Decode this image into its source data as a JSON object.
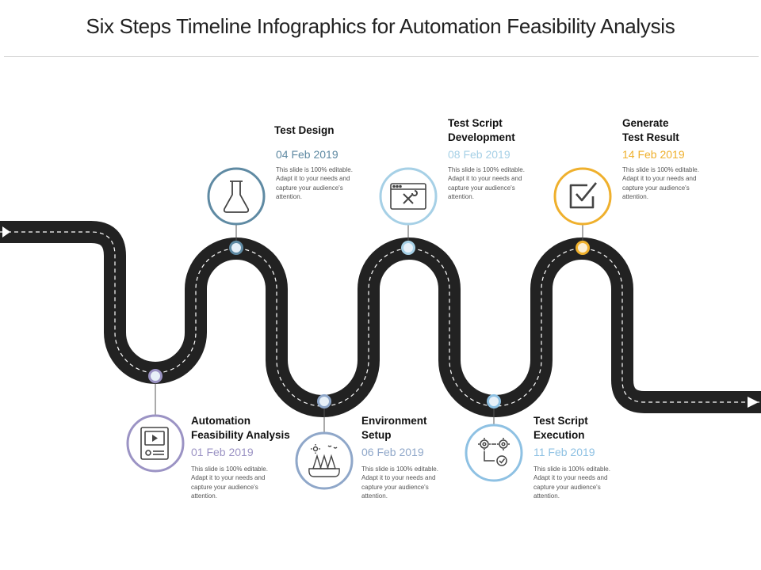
{
  "title": "Six Steps Timeline Infographics for Automation Feasibility Analysis",
  "steps": [
    {
      "title": "Automation\nFeasibility Analysis",
      "date": "01 Feb 2019",
      "desc": "This slide is 100% editable. Adapt it to your needs and capture your audience's attention.",
      "color": "#9b93c4",
      "icon": "video-document-icon"
    },
    {
      "title": "Test Design",
      "date": "04 Feb 2019",
      "desc": "This slide is 100% editable. Adapt it to your needs and capture your audience's attention.",
      "color": "#5f8aa3",
      "icon": "flask-icon"
    },
    {
      "title": "Environment\nSetup",
      "date": "06 Feb 2019",
      "desc": "This slide is 100% editable. Adapt it to your needs and capture your audience's attention.",
      "color": "#8fa7c9",
      "icon": "forest-icon"
    },
    {
      "title": "Test Script\nDevelopment",
      "date": "08 Feb 2019",
      "desc": "This slide is 100% editable. Adapt it to your needs and capture your audience's attention.",
      "color": "#a6d0e6",
      "icon": "browser-tools-icon"
    },
    {
      "title": "Test Script\nExecution",
      "date": "11 Feb 2019",
      "desc": "This slide is 100% editable. Adapt it to your needs and capture your audience's attention.",
      "color": "#8ec1e3",
      "icon": "gears-icon"
    },
    {
      "title": "Generate\nTest Result",
      "date": "14 Feb 2019",
      "desc": "This slide is 100% editable. Adapt it to your needs and capture your audience's attention.",
      "color": "#efb02d",
      "icon": "checkbox-icon"
    }
  ],
  "colors": {
    "road": "#222222",
    "road_dash": "#ffffff"
  }
}
